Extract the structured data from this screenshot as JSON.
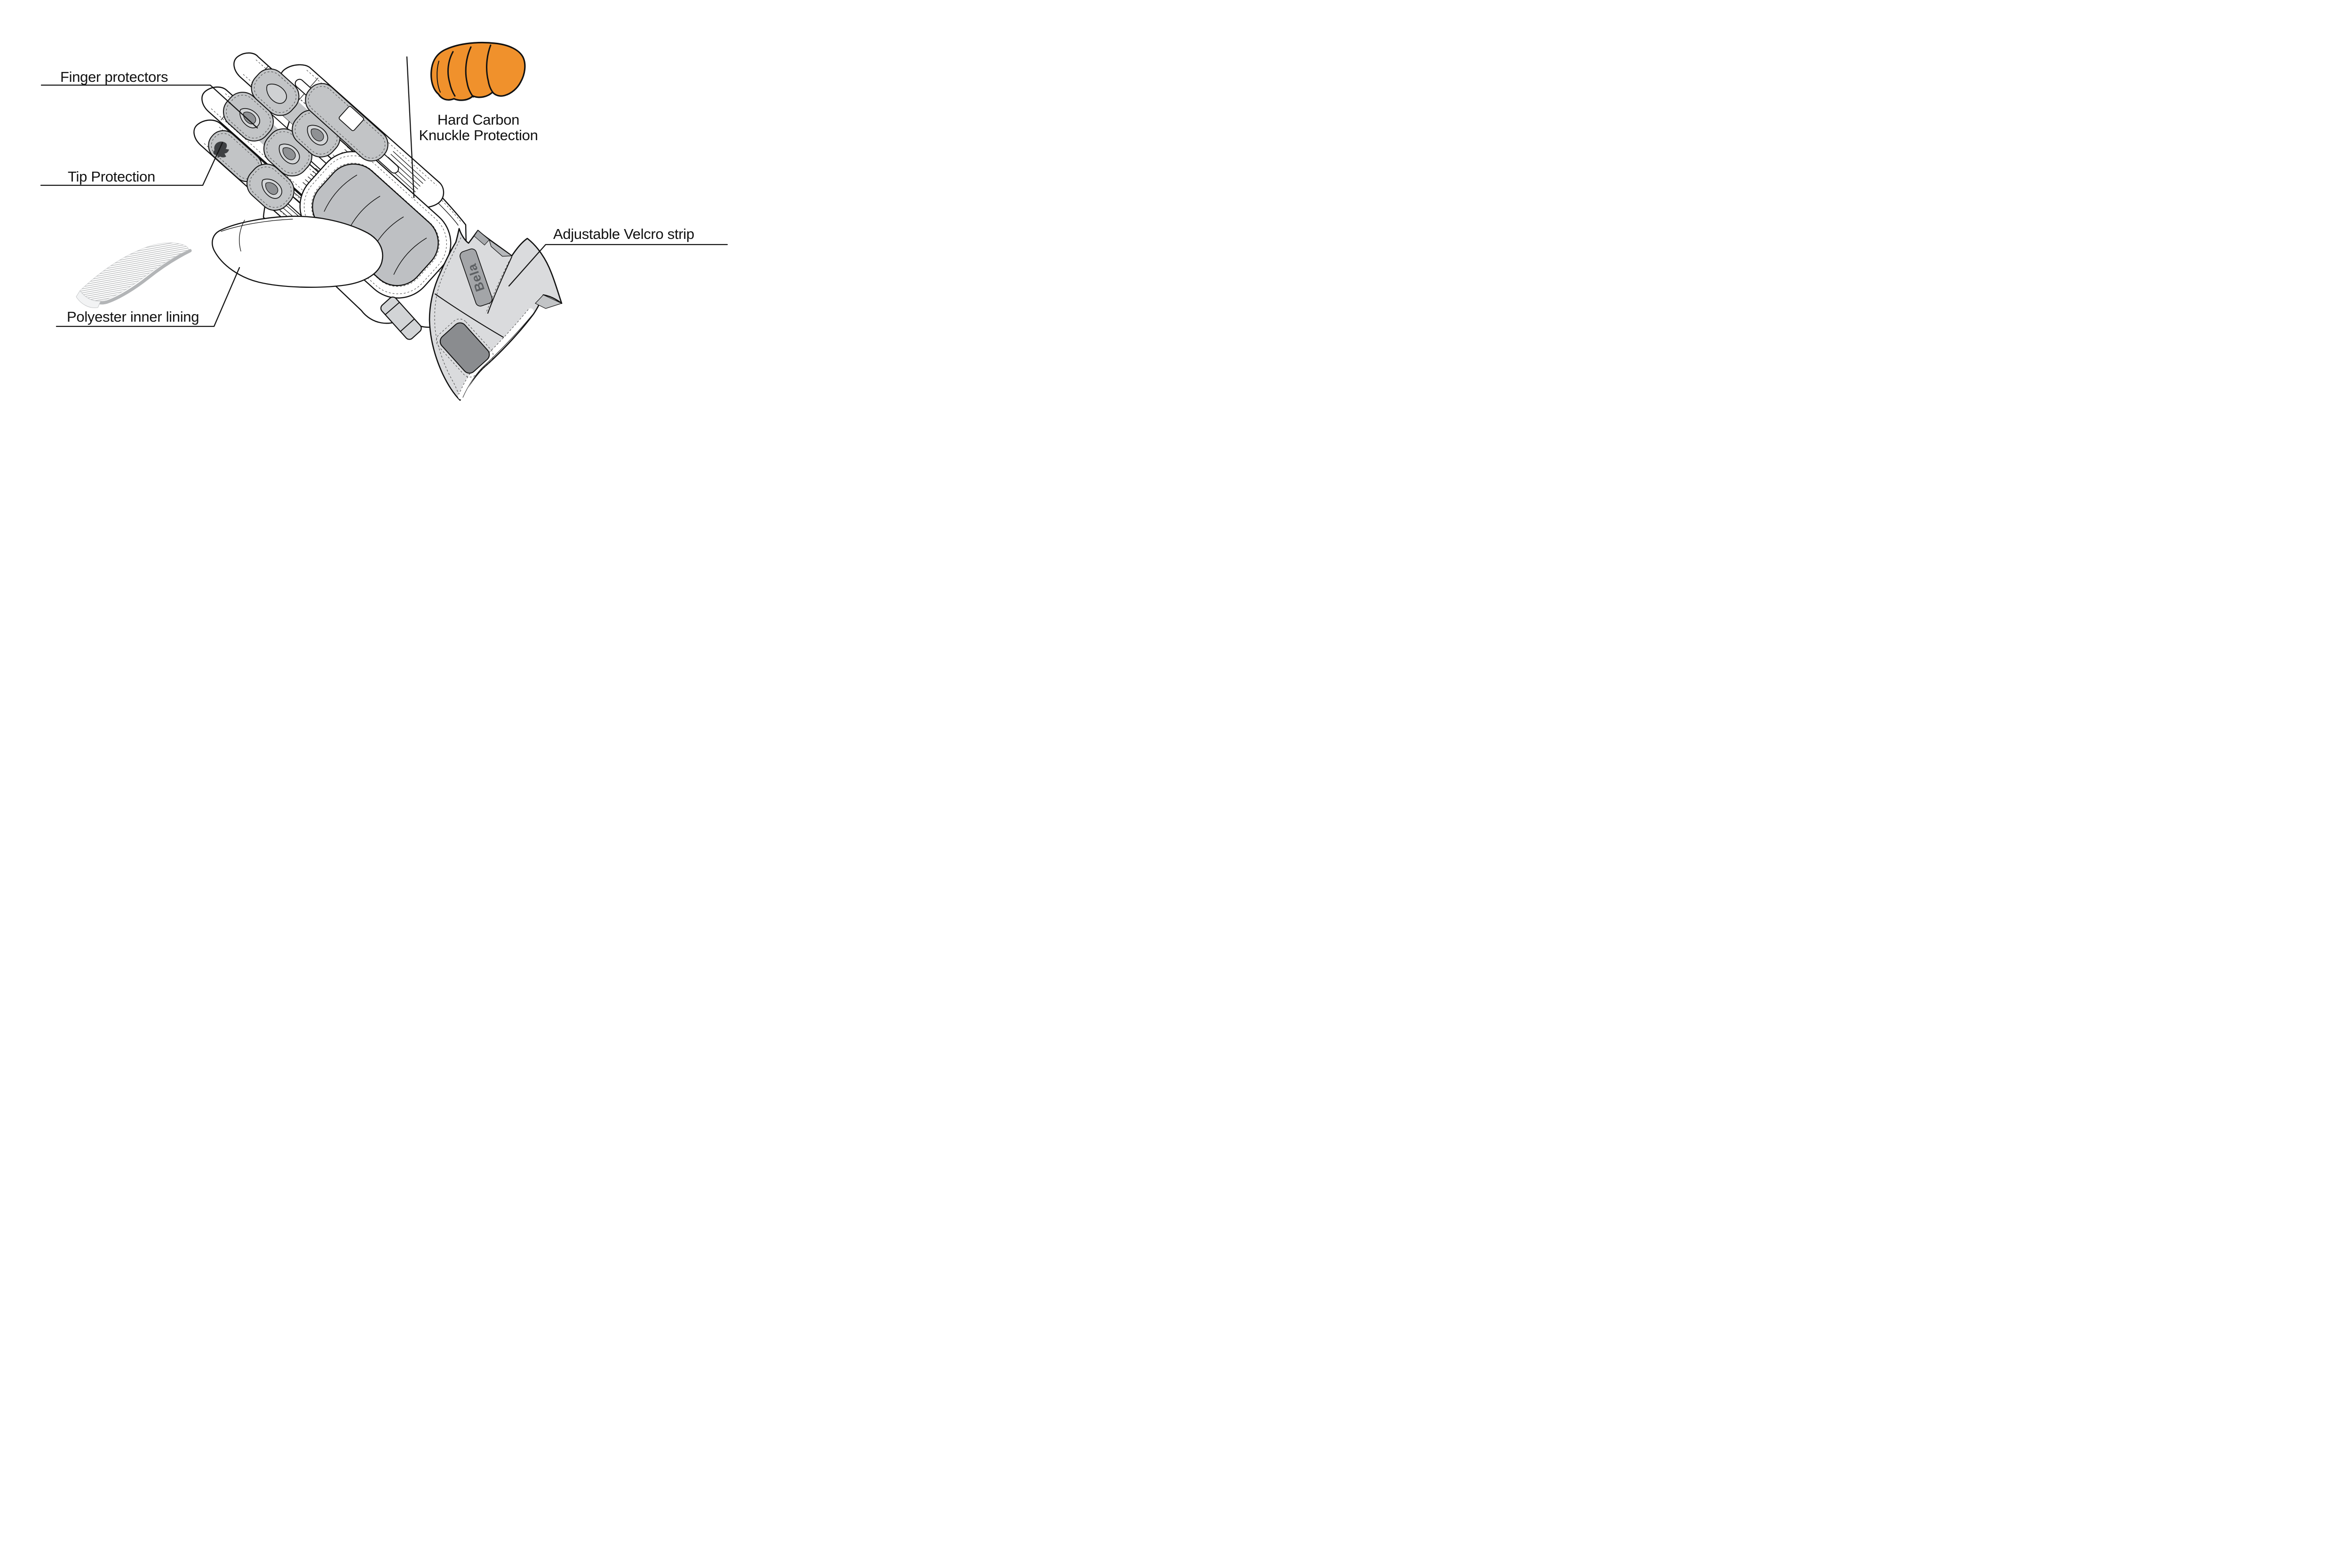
{
  "diagram": {
    "labels": {
      "finger_protectors": "Finger protectors",
      "tip_protection": "Tip Protection",
      "knuckle_line1": "Hard Carbon",
      "knuckle_line2": "Knuckle Protection",
      "velcro": "Adjustable Velcro strip",
      "lining": "Polyester inner lining"
    },
    "brand_text": "Bela",
    "colors": {
      "knuckle_protector_orange": "#F0912C",
      "outline_black": "#111111",
      "pad_gray": "#C2C4C6",
      "pad_insert_light": "#D4D6D8",
      "pad_insert_dark": "#8F9194",
      "cuff_gray": "#DADBDD",
      "brand_strip_gray": "#A3A5A8",
      "brand_text_gray": "#5D6063",
      "velcro_patch_gray": "#8A8C8F"
    },
    "icons": [
      "knuckle-protector-icon",
      "fabric-swatch-icon",
      "bear-logo-icon"
    ]
  }
}
